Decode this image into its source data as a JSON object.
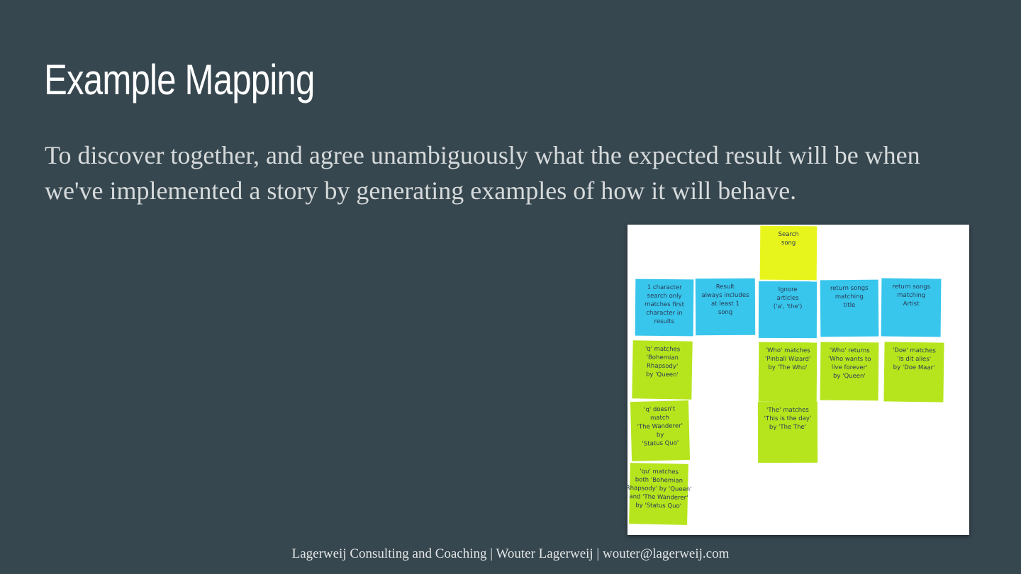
{
  "slide": {
    "title": "Example Mapping",
    "body": "To discover together, and agree unambiguously what the expected result will be when we've implemented a story by generating examples of how it will behave.",
    "footer": "Lagerweij Consulting and Coaching | Wouter Lagerweij | wouter@lagerweij.com"
  },
  "image": {
    "story_card": [
      "Search",
      "song"
    ],
    "rule_cards": [
      [
        "1 character",
        "search only",
        "matches first",
        "character in",
        "results"
      ],
      [
        "Result",
        "always includes",
        "at least 1",
        "song"
      ],
      [
        "Ignore",
        "articles",
        "('a', 'the')"
      ],
      [
        "return songs",
        "matching",
        "title"
      ],
      [
        "return songs",
        "matching",
        "Artist"
      ]
    ],
    "example_cards": [
      [
        "'q' matches",
        "'Bohemian",
        "Rhapsody'",
        "by 'Queen'"
      ],
      [
        "'q' doesn't",
        "match",
        "'The Wanderer'",
        "by",
        "'Status Quo'"
      ],
      [
        "'qu' matches",
        "both 'Bohemian",
        "Rhapsody' by 'Queen'",
        "and 'The Wanderer'",
        "by 'Status Quo'"
      ],
      [
        "'Who' matches",
        "'Pinball Wizard'",
        "by 'The Who'"
      ],
      [
        "'The' matches",
        "'This is the day'",
        "by 'The The'"
      ],
      [
        "'Who' returns",
        "'Who wants to",
        "live forever'",
        "by 'Queen'"
      ],
      [
        "'Doe' matches",
        "'Is dit alles'",
        "by 'Doe Maar'"
      ]
    ],
    "colors": {
      "story": "#e8f51c",
      "rule": "#38c6ec",
      "example": "#b6e51e",
      "background": "#37474f"
    }
  }
}
